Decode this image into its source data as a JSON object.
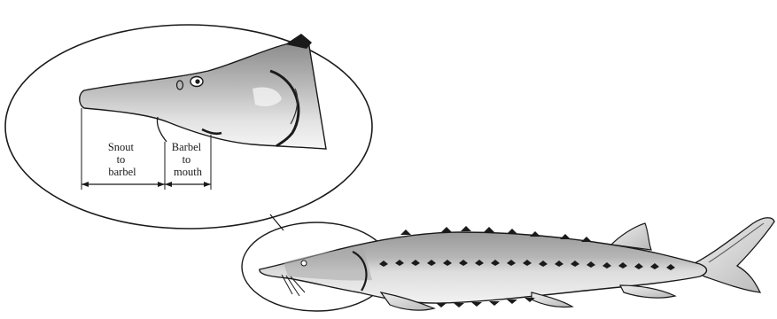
{
  "labels": {
    "snout_to_barbel": [
      "Snout",
      "to",
      "barbel"
    ],
    "barbel_to_mouth": [
      "Barbel",
      "to",
      "mouth"
    ]
  },
  "colors": {
    "ink": "#1a1a1a",
    "body_dark": "#7a7a7a",
    "body_light": "#e6e6e6",
    "background": "#ffffff"
  }
}
